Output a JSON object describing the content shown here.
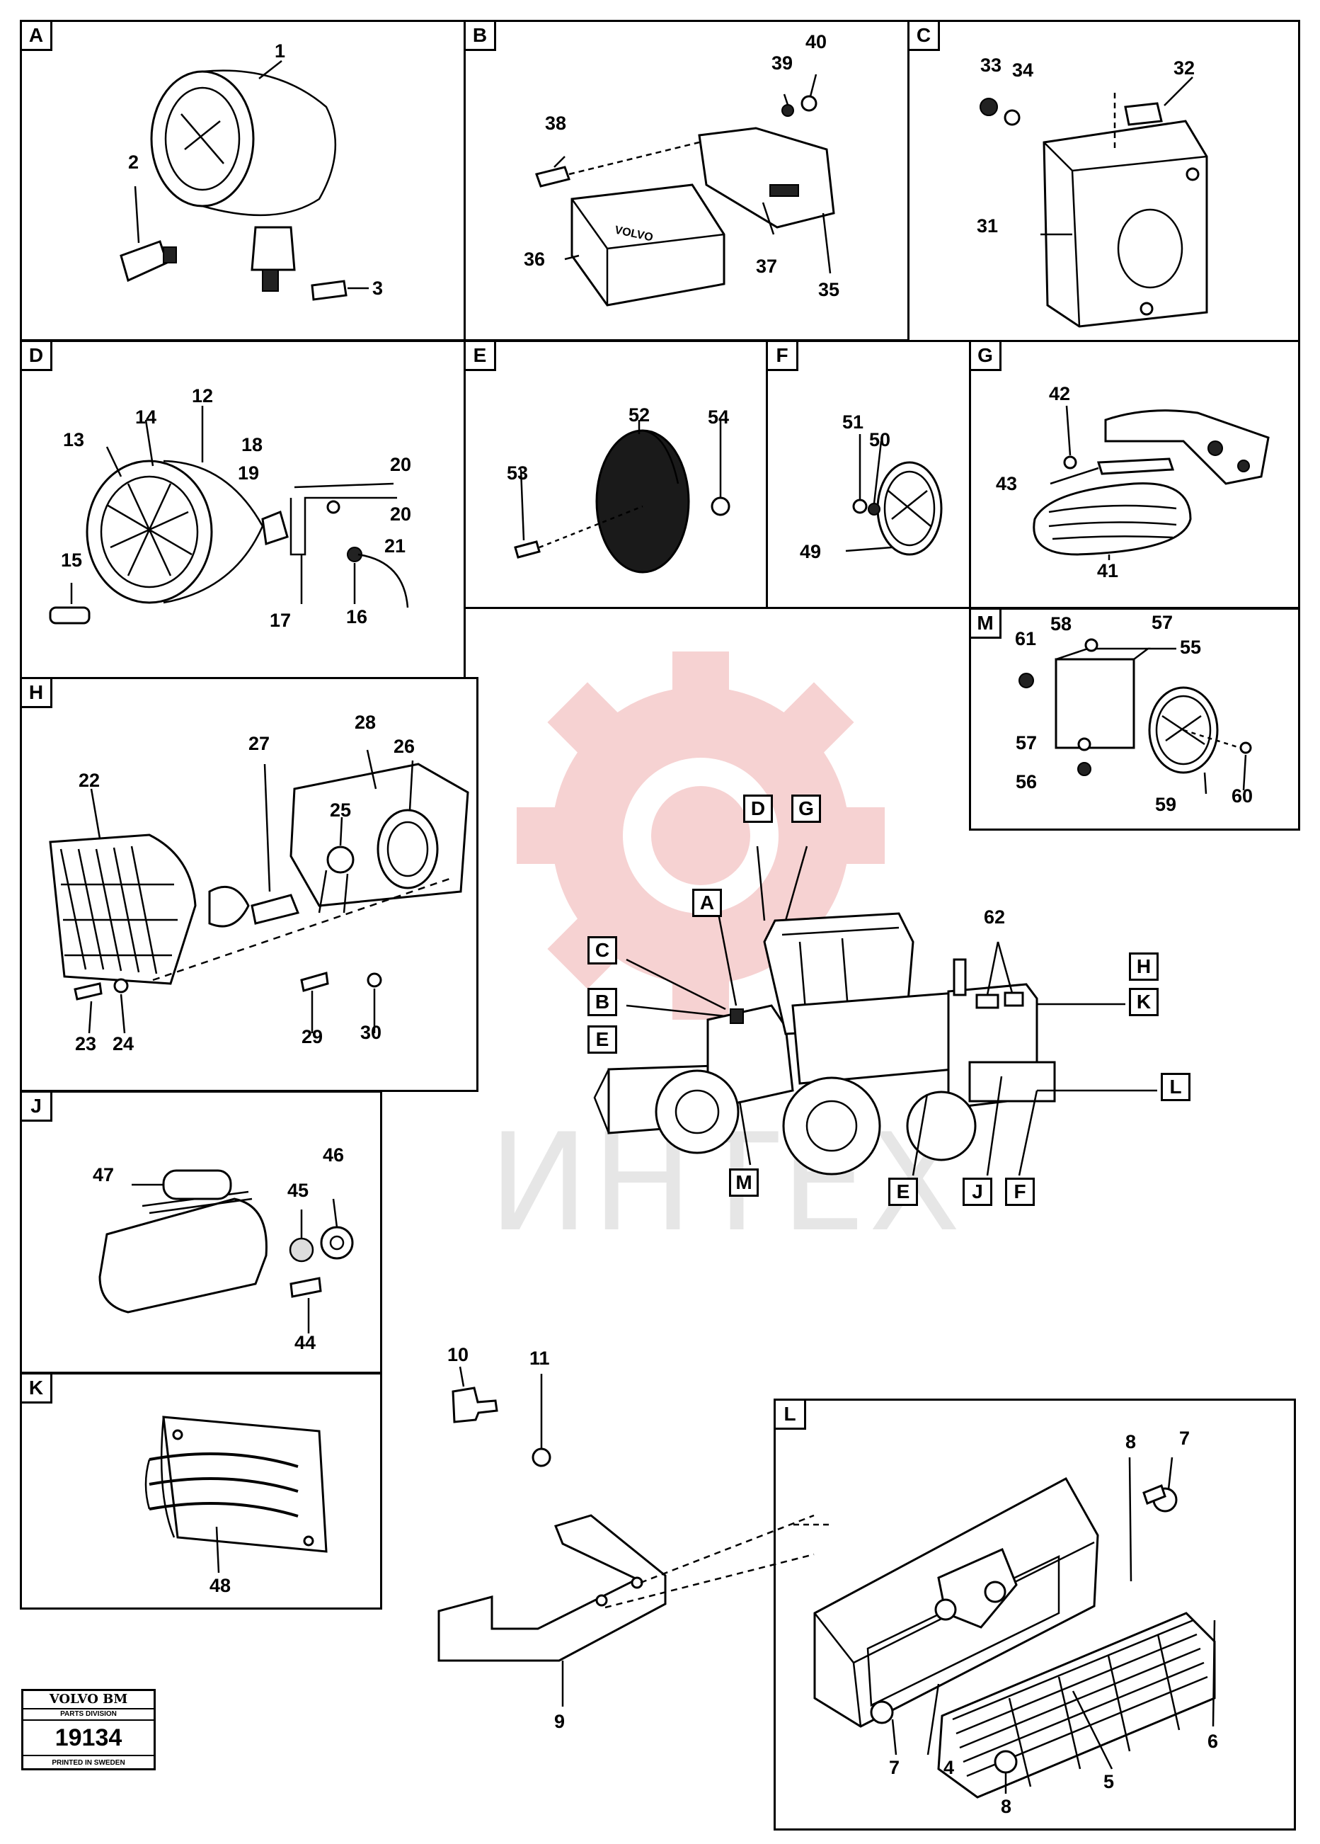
{
  "sheet": {
    "watermark": "ИНТЕХ",
    "stamp": {
      "brand": "VOLVO BM",
      "division": "PARTS DIVISION",
      "number": "19134",
      "printed": "PRINTED IN SWEDEN"
    }
  },
  "panels": {
    "A": {
      "label": "A",
      "parts": [
        "1",
        "2",
        "3"
      ]
    },
    "B": {
      "label": "B",
      "parts": [
        "39",
        "40",
        "38",
        "36",
        "37",
        "35"
      ],
      "badge": "VOLVO"
    },
    "C": {
      "label": "C",
      "parts": [
        "33",
        "34",
        "32",
        "31"
      ]
    },
    "D": {
      "label": "D",
      "parts": [
        "14",
        "12",
        "13",
        "18",
        "20",
        "19",
        "20",
        "21",
        "15",
        "17",
        "16"
      ]
    },
    "E": {
      "label": "E",
      "parts": [
        "52",
        "54",
        "53"
      ]
    },
    "F": {
      "label": "F",
      "parts": [
        "51",
        "50",
        "49"
      ]
    },
    "G": {
      "label": "G",
      "parts": [
        "42",
        "43",
        "41"
      ]
    },
    "M": {
      "label": "M",
      "parts": [
        "58",
        "57",
        "61",
        "55",
        "57",
        "56",
        "59",
        "60"
      ]
    },
    "H": {
      "label": "H",
      "parts": [
        "28",
        "27",
        "26",
        "22",
        "25",
        "23",
        "24",
        "29",
        "30"
      ]
    },
    "J": {
      "label": "J",
      "parts": [
        "47",
        "46",
        "45",
        "44"
      ]
    },
    "K": {
      "label": "K",
      "parts": [
        "48"
      ]
    },
    "L": {
      "label": "L",
      "parts": [
        "8",
        "7",
        "7",
        "4",
        "8",
        "5",
        "6"
      ]
    }
  },
  "bracket": {
    "parts": [
      "10",
      "11",
      "9"
    ]
  },
  "machine": {
    "callouts": [
      "D",
      "G",
      "A",
      "C",
      "B",
      "E",
      "H",
      "K",
      "L",
      "M",
      "E",
      "J",
      "F"
    ],
    "part": "62"
  },
  "colors": {
    "line": "#000000",
    "background": "#ffffff",
    "watermark_red": "#f3c4c4",
    "watermark_gray": "#e6e6e6"
  }
}
